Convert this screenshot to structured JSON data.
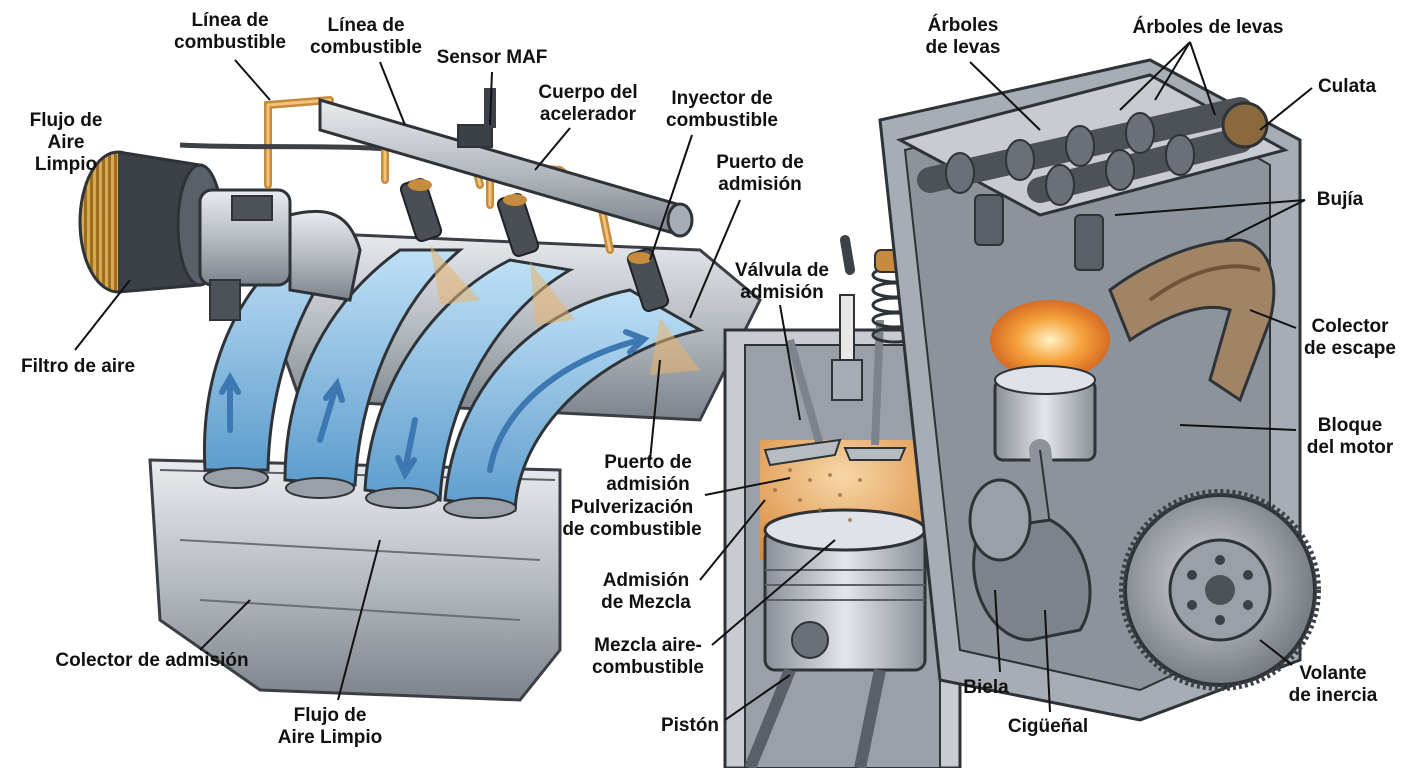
{
  "labels": [
    {
      "id": "linea-combustible-1",
      "lines": [
        "Línea de",
        "combustible"
      ]
    },
    {
      "id": "linea-combustible-2",
      "lines": [
        "Línea de",
        "combustible"
      ]
    },
    {
      "id": "sensor-maf",
      "lines": [
        "Sensor MAF"
      ]
    },
    {
      "id": "cuerpo-acelerador",
      "lines": [
        "Cuerpo del",
        "acelerador"
      ]
    },
    {
      "id": "inyector-combustible",
      "lines": [
        "Inyector de",
        "combustible"
      ]
    },
    {
      "id": "puerto-admision-top",
      "lines": [
        "Puerto de",
        "admisión"
      ]
    },
    {
      "id": "arboles-levas-1",
      "lines": [
        "Árboles",
        "de levas"
      ]
    },
    {
      "id": "arboles-levas-2",
      "lines": [
        "Árboles de levas"
      ]
    },
    {
      "id": "culata",
      "lines": [
        "Culata"
      ]
    },
    {
      "id": "flujo-aire-limpio-top",
      "lines": [
        "Flujo de",
        "Aire",
        "Limpio"
      ]
    },
    {
      "id": "bujia",
      "lines": [
        "Bujía"
      ]
    },
    {
      "id": "valvula-admision",
      "lines": [
        "Válvula de",
        "admisión"
      ]
    },
    {
      "id": "colector-escape",
      "lines": [
        "Colector",
        "de escape"
      ]
    },
    {
      "id": "filtro-aire",
      "lines": [
        "Filtro de aire"
      ]
    },
    {
      "id": "bloque-motor",
      "lines": [
        "Bloque",
        "del motor"
      ]
    },
    {
      "id": "puerto-admision-mid",
      "lines": [
        "Puerto de",
        "admisión"
      ]
    },
    {
      "id": "pulverizacion",
      "lines": [
        "Pulverización",
        "de combustible"
      ]
    },
    {
      "id": "admision-mezcla",
      "lines": [
        "Admisión",
        "de Mezcla"
      ]
    },
    {
      "id": "mezcla-aire",
      "lines": [
        "Mezcla aire-",
        "combustible"
      ]
    },
    {
      "id": "colector-admision",
      "lines": [
        "Colector de admisión"
      ]
    },
    {
      "id": "flujo-aire-limpio-bottom",
      "lines": [
        "Flujo de",
        "Aire Limpio"
      ]
    },
    {
      "id": "piston",
      "lines": [
        "Pistón"
      ]
    },
    {
      "id": "biela",
      "lines": [
        "Biela"
      ]
    },
    {
      "id": "ciguenal",
      "lines": [
        "Cigüeñal"
      ]
    },
    {
      "id": "volante-inercia",
      "lines": [
        "Volante",
        "de inercia"
      ]
    }
  ]
}
